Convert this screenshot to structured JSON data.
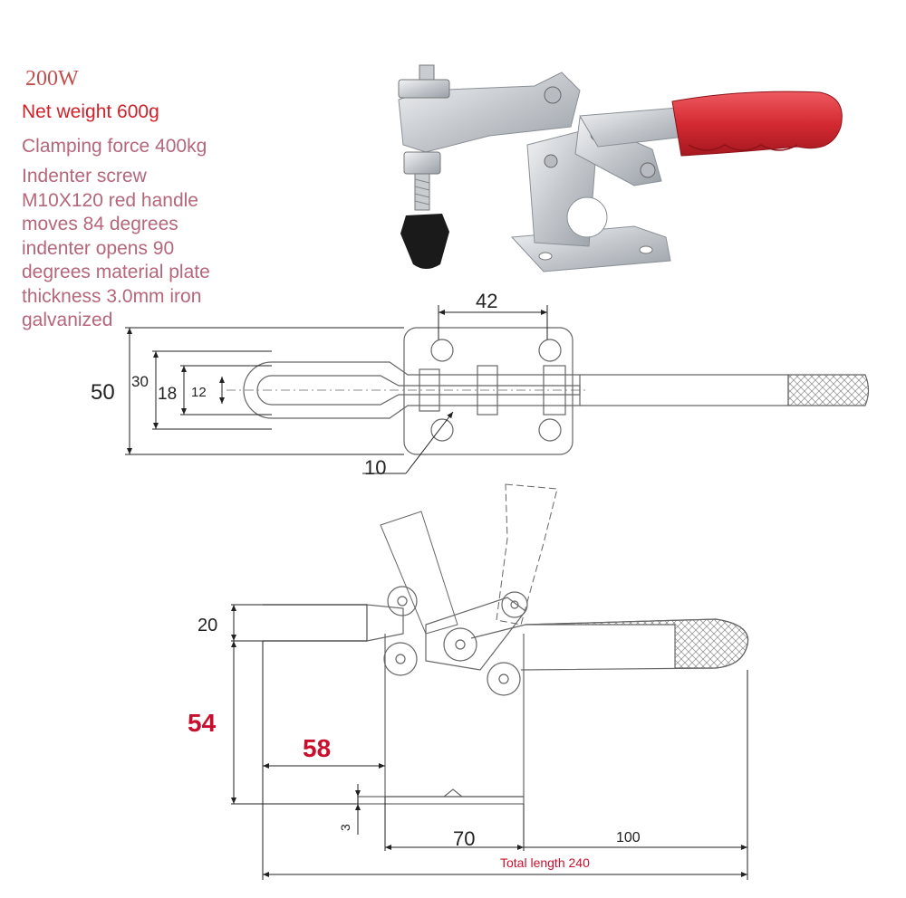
{
  "specs": {
    "model": "200W",
    "net_weight": "Net weight 600g",
    "clamping_force": "Clamping force 400kg",
    "description_lines": [
      "Indenter screw",
      "M10X120 red handle",
      "moves 84 degrees",
      "indenter opens 90",
      "degrees material plate",
      "thickness 3.0mm iron",
      "galvanized"
    ]
  },
  "top_view_dims": {
    "hole_spacing": "42",
    "base_width": "50",
    "slot_outer": "30",
    "slot_mid": "18",
    "slot_inner": "12",
    "hole_dia": "10"
  },
  "side_view_dims": {
    "spindle_height": "20",
    "base_height": "54",
    "reach": "58",
    "plate_thickness": "3",
    "base_length": "70",
    "handle_length": "100",
    "total_length": "Total length 240"
  },
  "colors": {
    "handle_red": "#d42a32",
    "metal": "#c9ccd0",
    "accent_red": "#c8102e"
  }
}
